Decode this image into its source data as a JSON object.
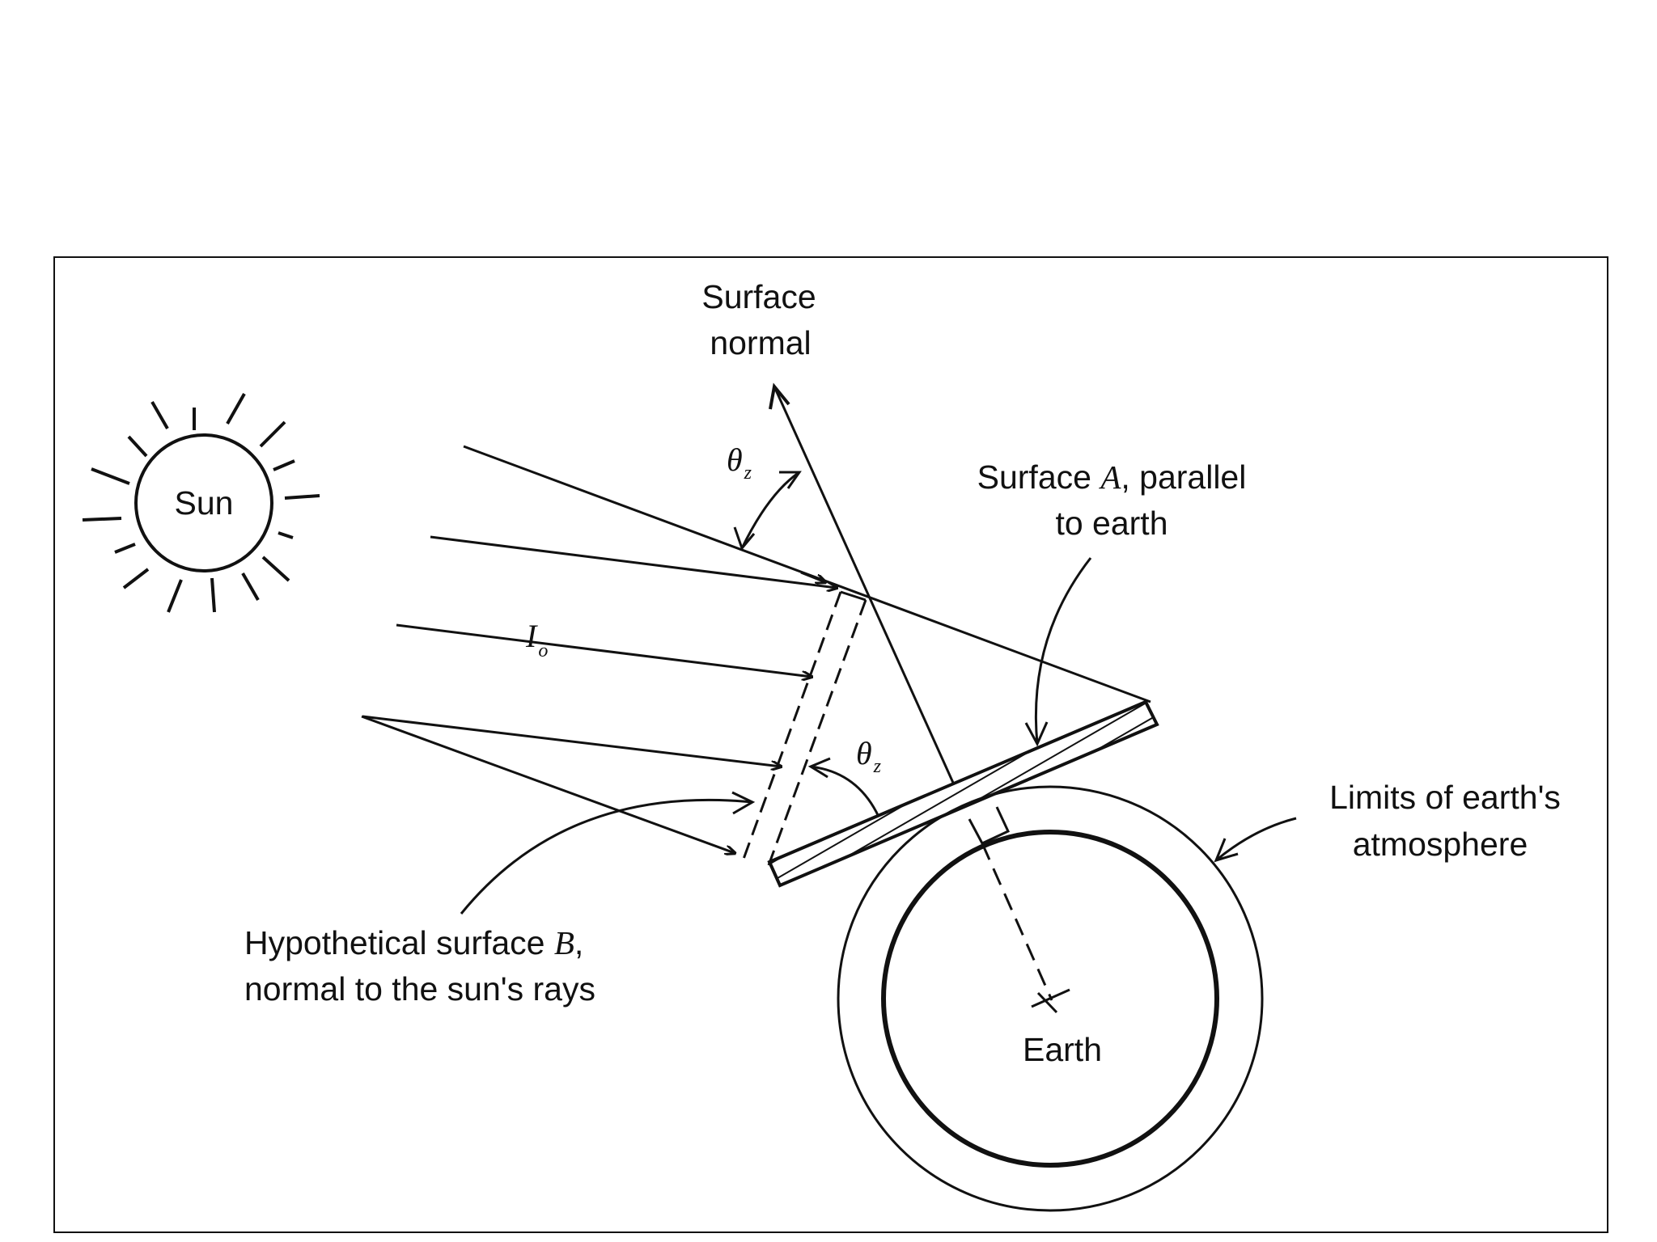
{
  "figure": {
    "labels": {
      "sun": "Sun",
      "surface_normal_line1": "Surface",
      "surface_normal_line2": "normal",
      "surface_a_line1_prefix": "Surface ",
      "surface_a_line1_symbol": "A",
      "surface_a_line1_suffix": ", parallel",
      "surface_a_line2": "to earth",
      "irradiance_symbol": "I",
      "irradiance_subscript": "o",
      "zenith_symbol": "θ",
      "zenith_subscript": "z",
      "atmosphere_line1": "Limits of earth's",
      "atmosphere_line2": "atmosphere",
      "surface_b_line1_prefix": "Hypothetical surface ",
      "surface_b_line1_symbol": "B",
      "surface_b_line1_suffix": ",",
      "surface_b_line2": "normal to the sun's rays",
      "earth": "Earth"
    },
    "colors": {
      "ink": "#111111",
      "background": "#ffffff"
    }
  }
}
